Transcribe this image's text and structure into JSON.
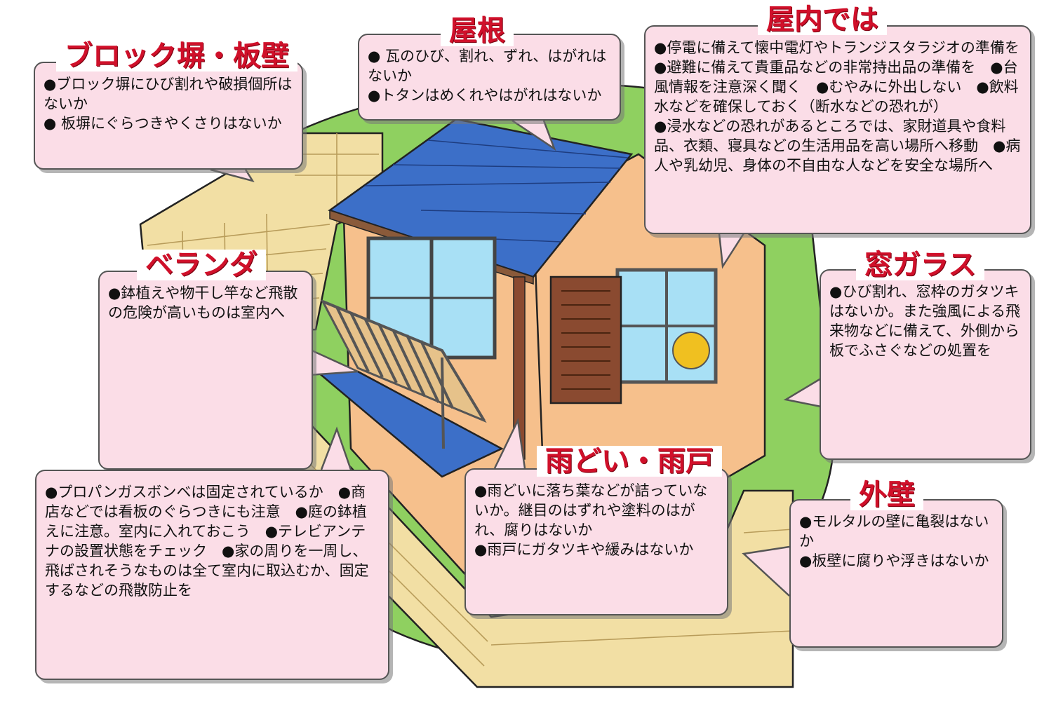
{
  "colors": {
    "title": "#d0102a",
    "callout_fill": "#fbdde7",
    "callout_border": "#555555",
    "lawn": "#8fd060",
    "roof": "#3c6fc8",
    "house_wall": "#f6c08c",
    "block_wall": "#f2dfa4"
  },
  "callouts": {
    "block_wall": {
      "title": "ブロック塀・板壁",
      "body": "●ブロック塀にひび割れや破損個所はないか\n● 板塀にぐらつきやくさりはないか"
    },
    "roof": {
      "title": "屋根",
      "body": "● 瓦のひび、割れ、ずれ、はがれはないか\n●トタンはめくれやはがれはないか"
    },
    "indoors": {
      "title": "屋内では",
      "body": "●停電に備えて懐中電灯やトランジスタラジオの準備を　●避難に備えて貴重品などの非常持出品の準備を　●台風情報を注意深く聞く　●むやみに外出しない　●飲料水などを確保しておく（断水などの恐れが）\n●浸水などの恐れがあるところでは、家財道具や食料品、衣類、寝具などの生活用品を高い場所へ移動　●病人や乳幼児、身体の不自由な人などを安全な場所へ"
    },
    "veranda": {
      "title": "ベランダ",
      "body": "●鉢植えや物干し竿など飛散の危険が高いものは室内へ"
    },
    "window_glass": {
      "title": "窓ガラス",
      "body": "●ひび割れ、窓枠のガタツキはないか。また強風による飛来物などに備えて、外側から板でふさぐなどの処置を"
    },
    "gutter_shutter": {
      "title": "雨どい・雨戸",
      "body": "●雨どいに落ち葉などが詰っていないか。継目のはずれや塗料のはがれ、腐りはないか\n●雨戸にガタツキや緩みはないか"
    },
    "outer_wall": {
      "title": "外壁",
      "body": "●モルタルの壁に亀裂はないか\n●板壁に腐りや浮きはないか"
    },
    "yard": {
      "body": "●プロパンガスボンベは固定されているか　●商店などでは看板のぐらつきにも注意　●庭の鉢植えに注意。室内に入れておこう　●テレビアンテナの設置状態をチェック　●家の周りを一周し、飛ばされそうなものは全て室内に取込むか、固定するなどの飛散防止を"
    }
  }
}
